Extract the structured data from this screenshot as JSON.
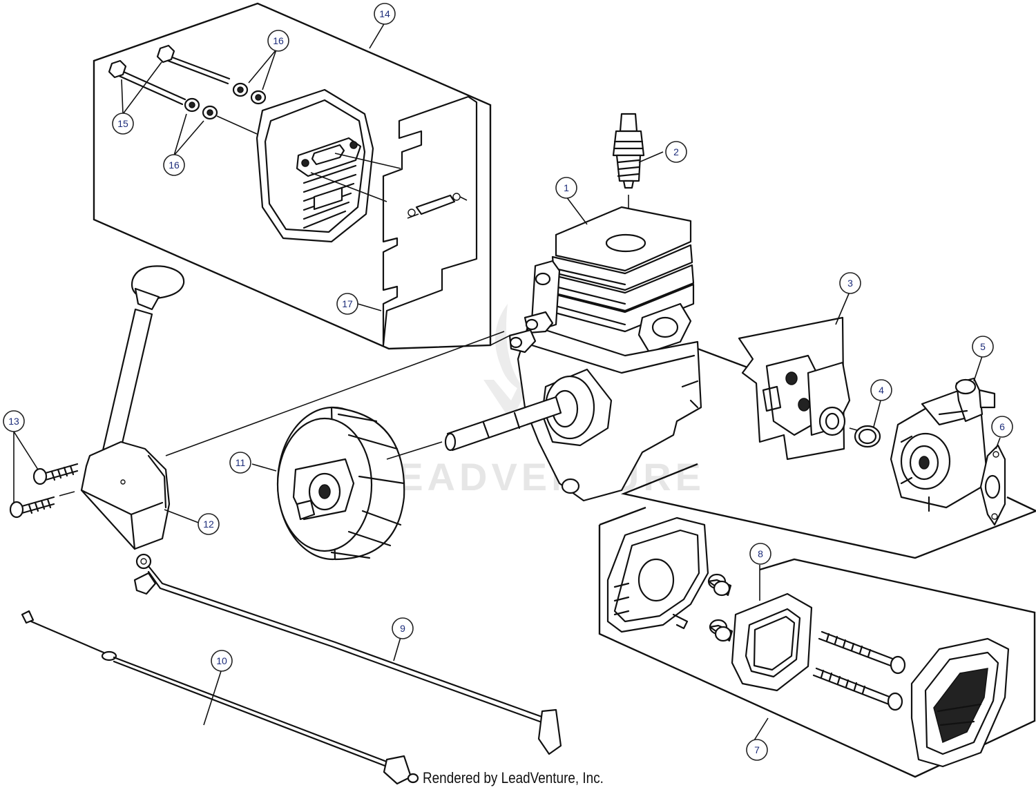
{
  "credit": "Rendered by LeadVenture, Inc.",
  "watermark": "LEADVENTURE",
  "callouts": [
    {
      "id": "1",
      "label": "1"
    },
    {
      "id": "2",
      "label": "2"
    },
    {
      "id": "3",
      "label": "3"
    },
    {
      "id": "4",
      "label": "4"
    },
    {
      "id": "5",
      "label": "5"
    },
    {
      "id": "6",
      "label": "6"
    },
    {
      "id": "7",
      "label": "7"
    },
    {
      "id": "8",
      "label": "8"
    },
    {
      "id": "9",
      "label": "9"
    },
    {
      "id": "10",
      "label": "10"
    },
    {
      "id": "11",
      "label": "11"
    },
    {
      "id": "12",
      "label": "12"
    },
    {
      "id": "13",
      "label": "13"
    },
    {
      "id": "14",
      "label": "14"
    },
    {
      "id": "15",
      "label": "15"
    },
    {
      "id": "16a",
      "label": "16"
    },
    {
      "id": "16b",
      "label": "16"
    },
    {
      "id": "17",
      "label": "17"
    }
  ]
}
